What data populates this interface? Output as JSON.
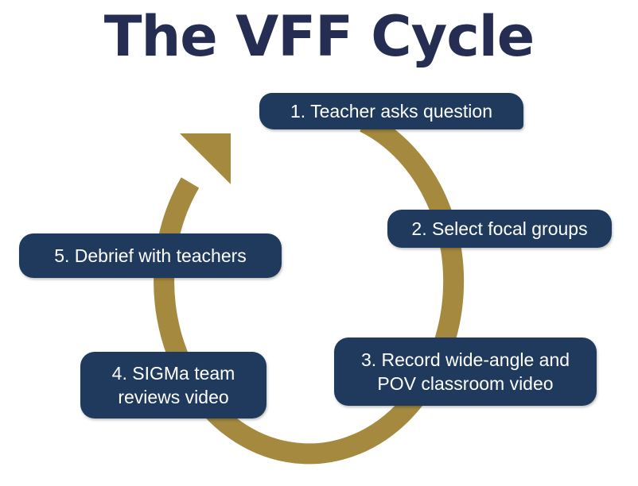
{
  "title": "The VFF Cycle",
  "colors": {
    "title": "#262d52",
    "box_fill": "#1f3a5c",
    "box_text": "#ffffff",
    "arrow": "#a4893f"
  },
  "steps": [
    {
      "label": "1. Teacher asks  question"
    },
    {
      "label": "2. Select focal groups"
    },
    {
      "label": "3. Record wide-angle and\nPOV classroom video"
    },
    {
      "label": "4. SIGMa team\nreviews video"
    },
    {
      "label": "5. Debrief with teachers"
    }
  ],
  "flow": [
    1,
    2,
    3,
    4,
    5,
    1
  ]
}
